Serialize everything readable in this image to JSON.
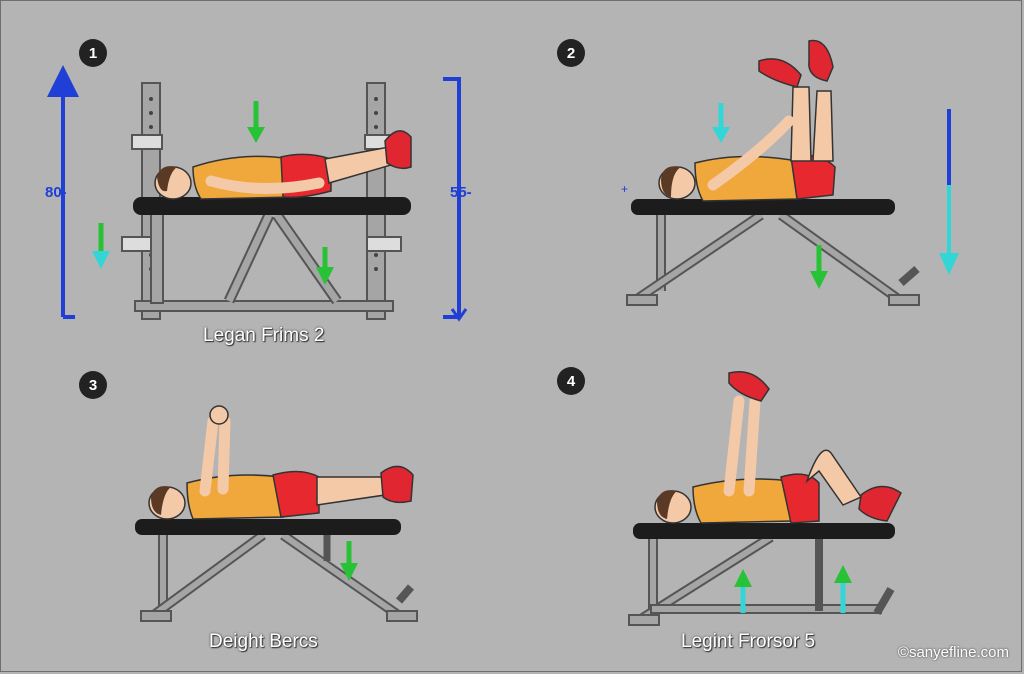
{
  "panels": [
    {
      "number": "1",
      "caption": "Legan Frims 2",
      "measure_left": "80-",
      "measure_right": "55-"
    },
    {
      "number": "2",
      "caption": ""
    },
    {
      "number": "3",
      "caption": "Deight Bercs"
    },
    {
      "number": "4",
      "caption": "Legint Frorsor 5"
    }
  ],
  "watermark": "©sanyefline.com",
  "colors": {
    "background": "#b4b4b4",
    "shirt": "#f0a83c",
    "shorts": "#e8282f",
    "shoes": "#e02630",
    "skin": "#f4c9a8",
    "hair": "#5b3a25",
    "bench_pad": "#1c1c1c",
    "frame": "#9b9b9b",
    "measure_blue": "#1f3fd6",
    "arrow_green": "#27c235",
    "arrow_cyan": "#33d6d6"
  }
}
